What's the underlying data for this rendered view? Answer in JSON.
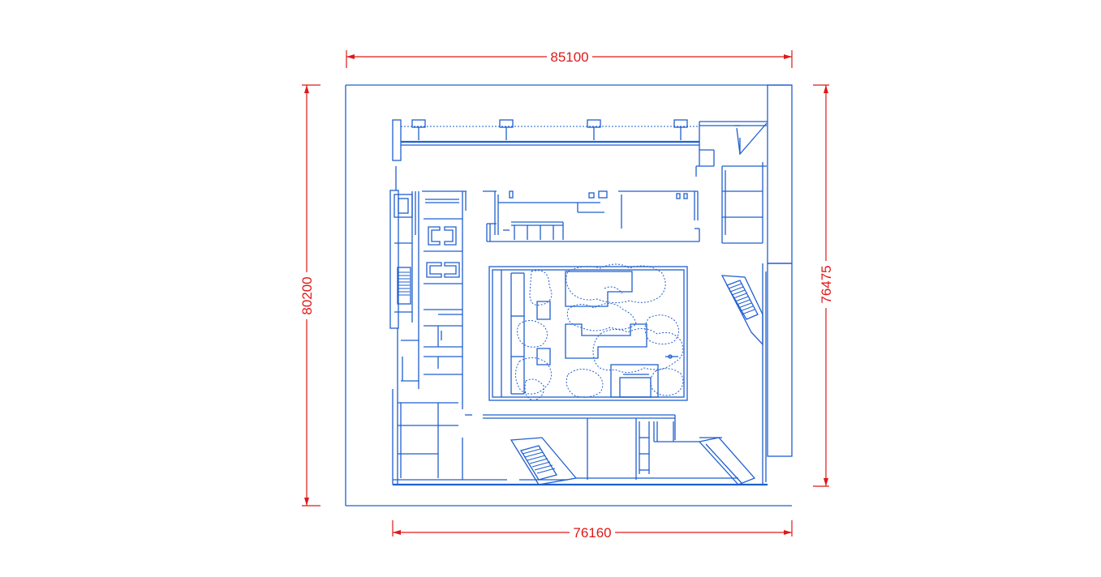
{
  "dimensions": {
    "top_width": "85100",
    "bottom_width": "76160",
    "left_height": "80200",
    "right_height": "76475"
  },
  "colors": {
    "dimension": "#e01818",
    "walls": "#1f5fd0",
    "background": "#ffffff"
  }
}
